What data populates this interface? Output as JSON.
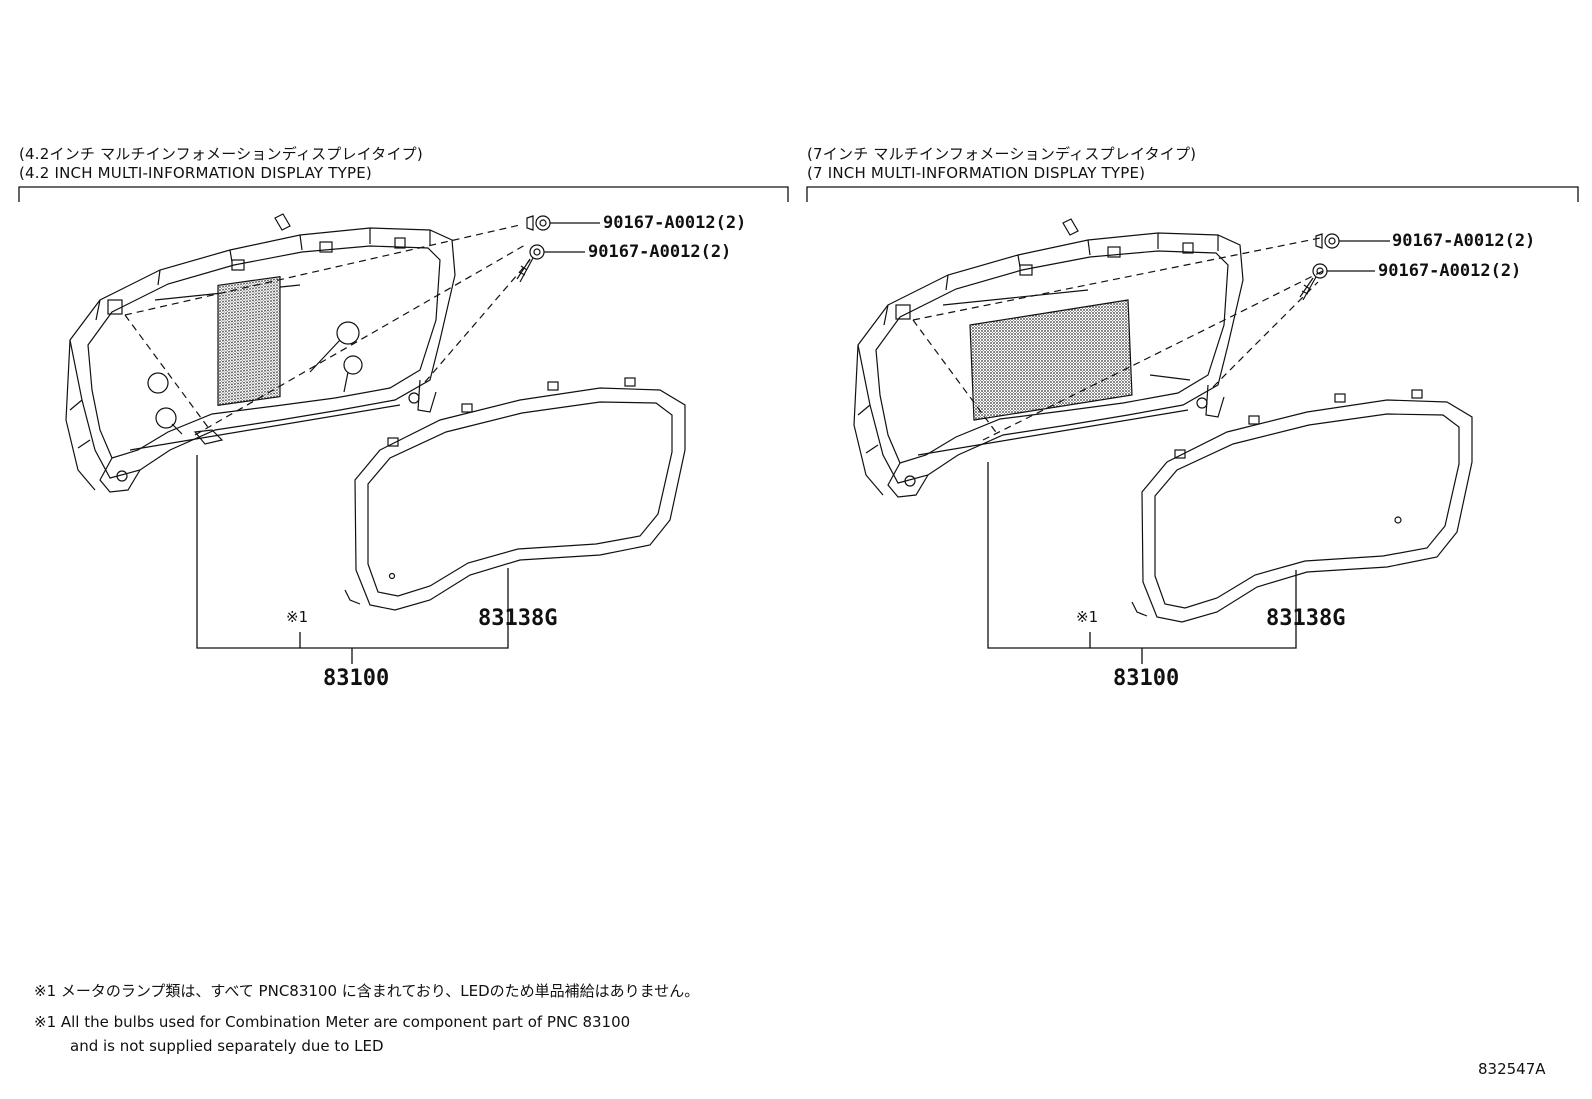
{
  "left_panel": {
    "title_jp": "(4.2インチ マルチインフォメーションディスプレイタイプ)",
    "title_en": "(4.2 INCH MULTI-INFORMATION DISPLAY TYPE)",
    "screw_upper": "90167-A0012(2)",
    "screw_lower": "90167-A0012(2)",
    "lens_part": "83138G",
    "note_mark": "※1",
    "assembly_part": "83100"
  },
  "right_panel": {
    "title_jp": "(7インチ マルチインフォメーションディスプレイタイプ)",
    "title_en": "(7 INCH MULTI-INFORMATION DISPLAY TYPE)",
    "screw_upper": "90167-A0012(2)",
    "screw_lower": "90167-A0012(2)",
    "lens_part": "83138G",
    "note_mark": "※1",
    "assembly_part": "83100"
  },
  "footnotes": {
    "jp": "※1 メータのランプ類は、すべて PNC83100 に含まれており、LEDのため単品補給はありません。",
    "en_line1": "※1 All the bulbs used for Combination Meter are component part of PNC 83100",
    "en_line2": "and is not supplied separately due to LED"
  },
  "illustration_id": "832547A"
}
